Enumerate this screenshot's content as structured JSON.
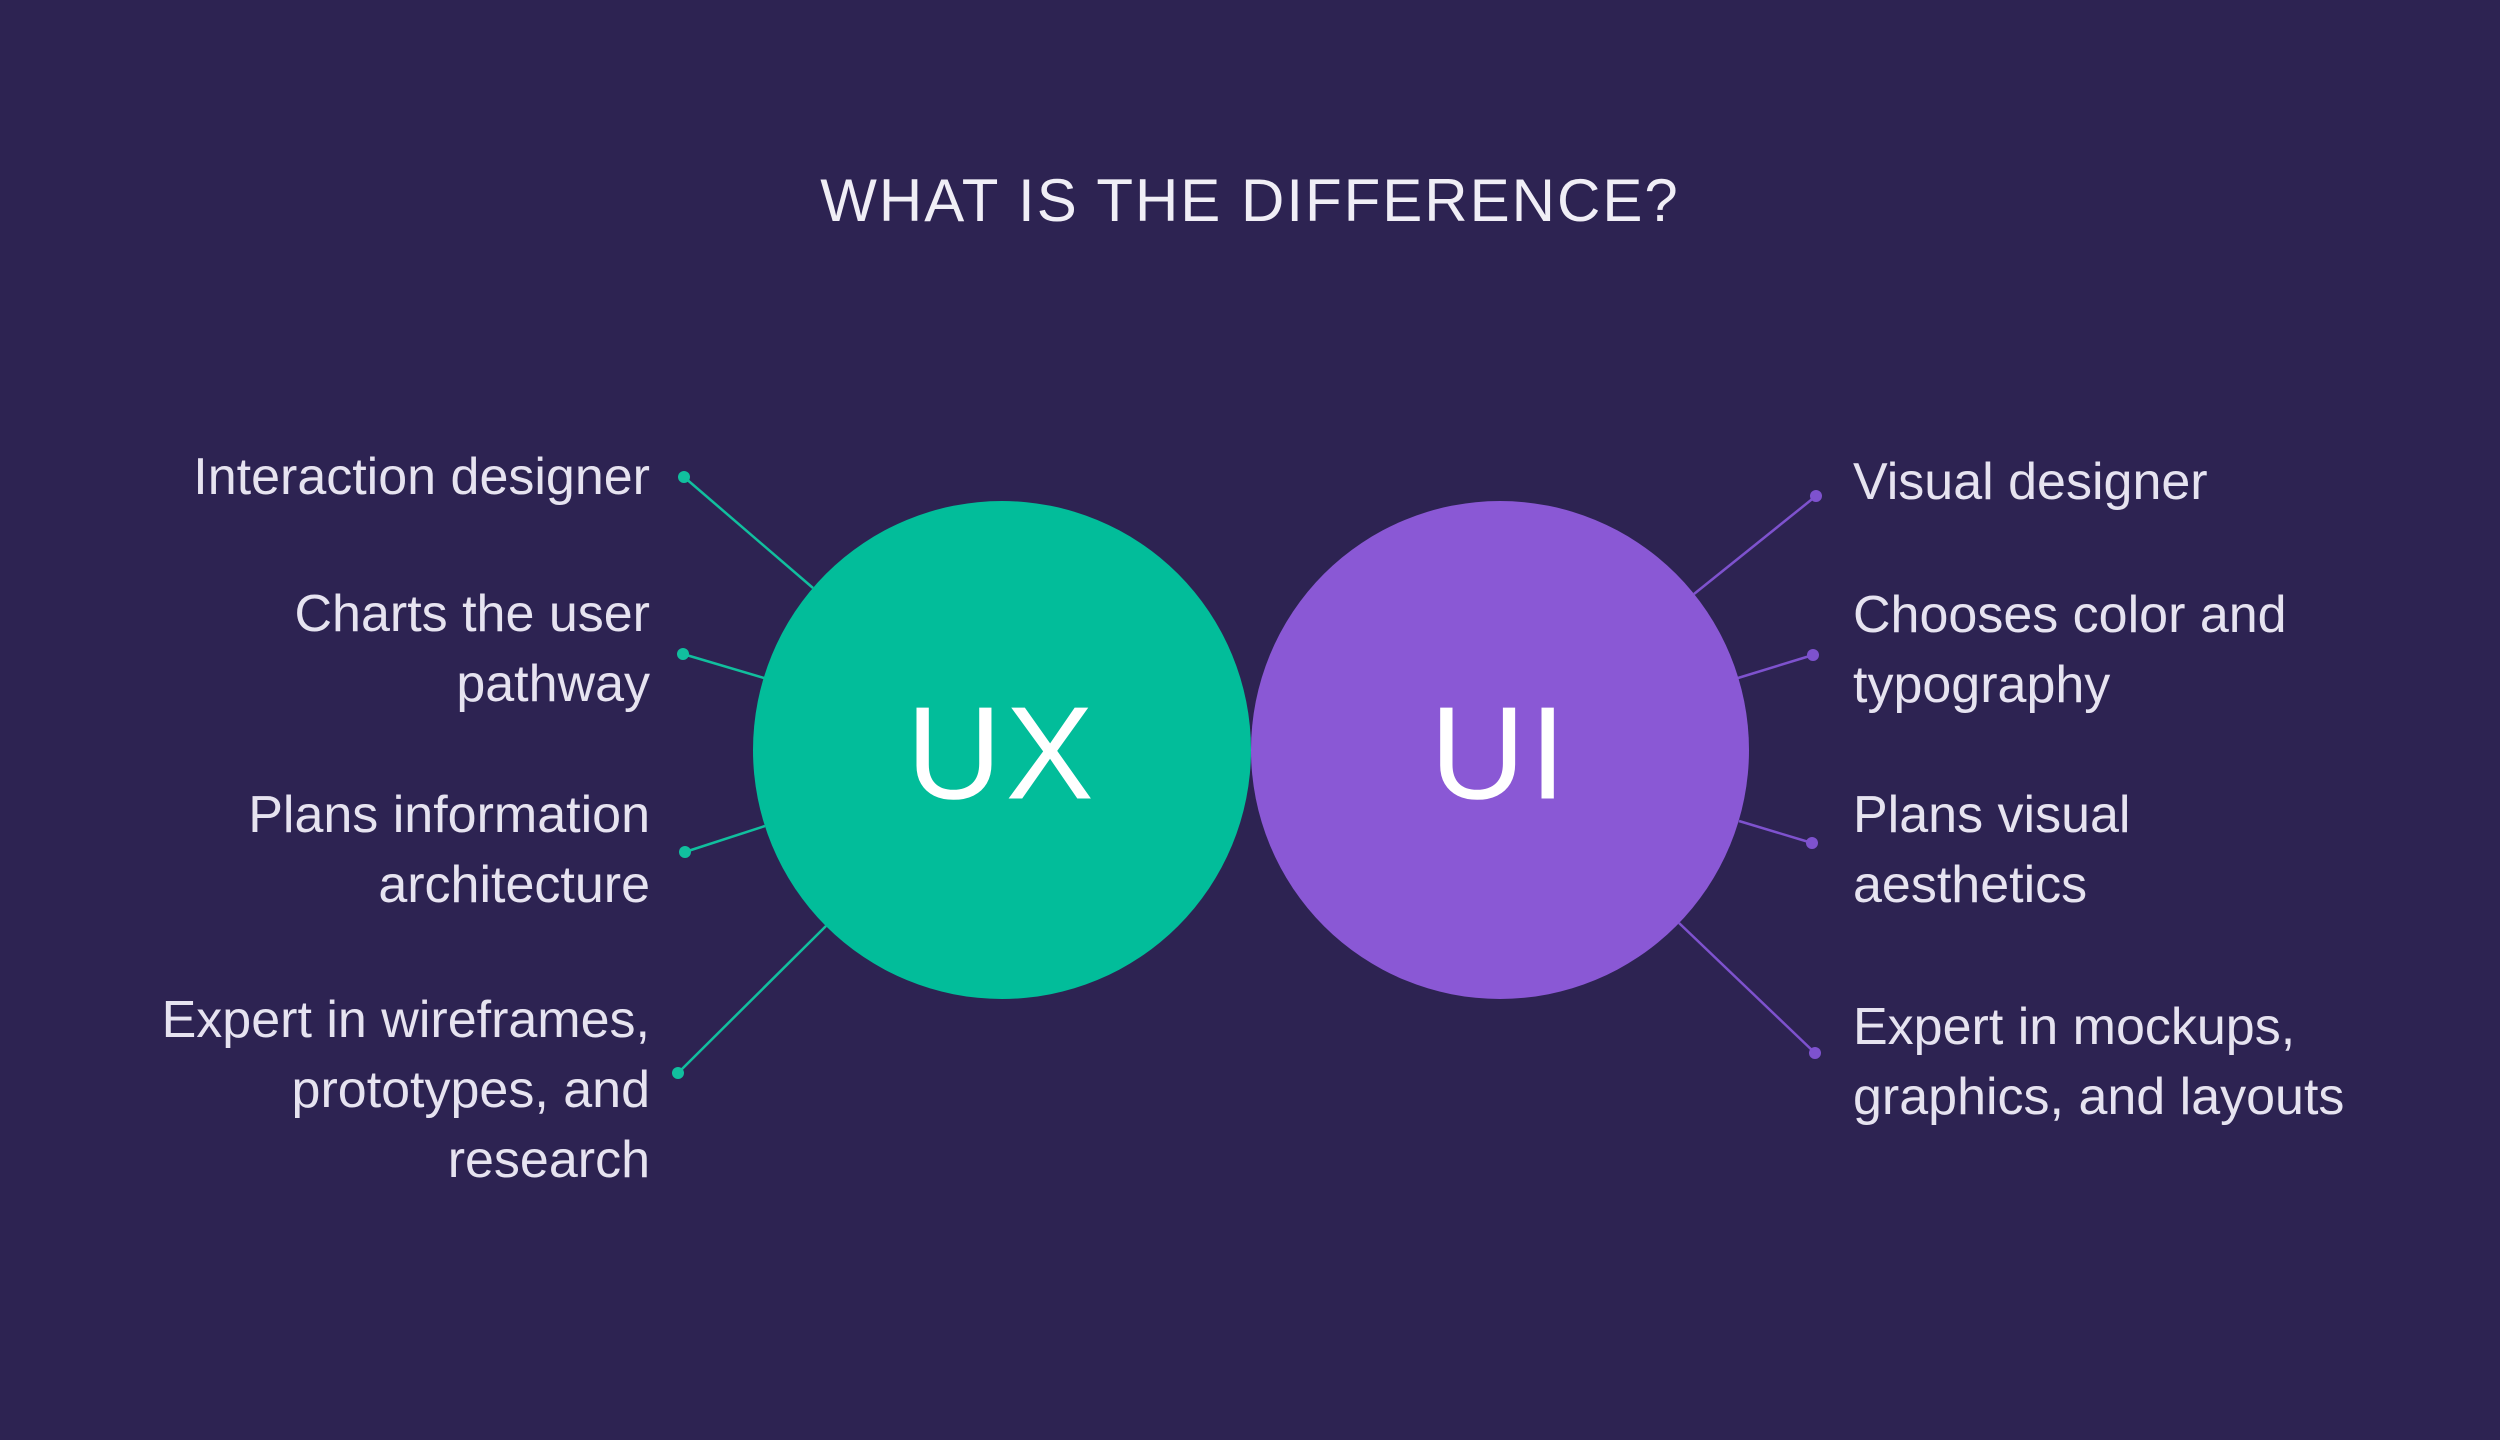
{
  "title": "WHAT IS THE DIFFERENCE?",
  "colors": {
    "background": "#2D2352",
    "ux_circle": "#02BD9A",
    "ux_connector": "#11BF9E",
    "ui_circle": "#8A58D5",
    "ui_connector": "#7E52CE",
    "title_text": "#F0EEF6",
    "label_text": "#E6E3F0",
    "circle_label_text": "#FFFFFF"
  },
  "ux": {
    "label": "UX",
    "points": [
      {
        "text": "Interaction designer"
      },
      {
        "text": "Charts the user\npathway"
      },
      {
        "text": "Plans information\narchitecture"
      },
      {
        "text": "Expert in wireframes,\nprototypes, and\nresearch"
      }
    ]
  },
  "ui": {
    "label": "UI",
    "points": [
      {
        "text": "Visual designer"
      },
      {
        "text": "Chooses color and\ntypography"
      },
      {
        "text": "Plans visual\naesthetics"
      },
      {
        "text": "Expert in mockups,\ngraphics, and layouts"
      }
    ]
  }
}
